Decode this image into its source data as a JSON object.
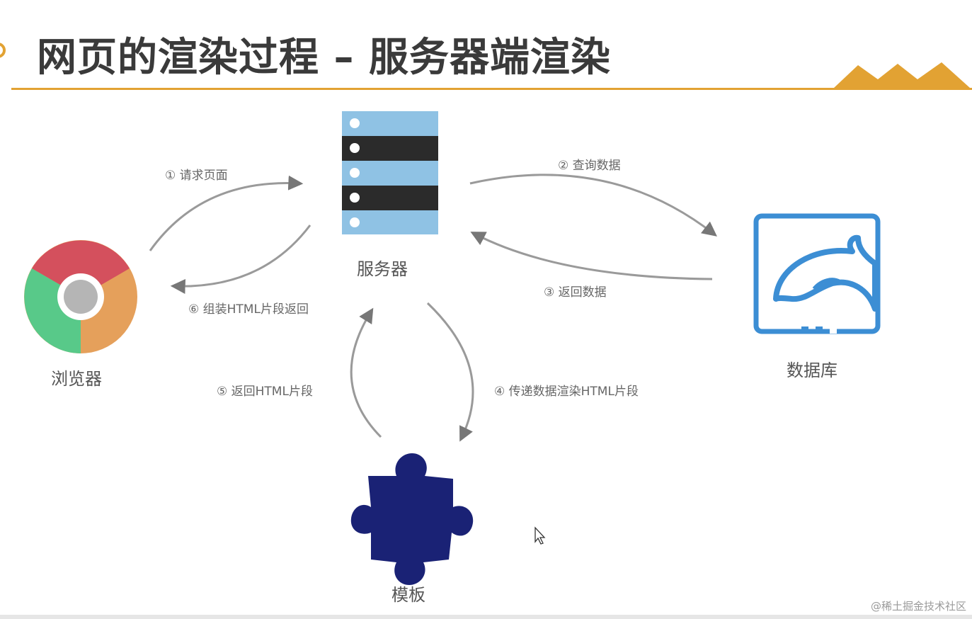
{
  "slide": {
    "title": "网页的渲染过程 – 服务器端渲染",
    "accent_color": "#e2a233"
  },
  "nodes": {
    "server": {
      "label": "服务器",
      "icon": "server-rack-icon"
    },
    "database": {
      "label": "数据库",
      "icon": "mysql-dolphin-icon"
    },
    "browser": {
      "label": "浏览器",
      "icon": "chrome-browser-icon"
    },
    "template": {
      "label": "模板",
      "icon": "puzzle-piece-icon"
    }
  },
  "edges": [
    {
      "step": "① 请求页面"
    },
    {
      "step": "② 查询数据"
    },
    {
      "step": "③ 返回数据"
    },
    {
      "step": "④ 传递数据渲染HTML片段"
    },
    {
      "step": "⑤ 返回HTML片段"
    },
    {
      "step": "⑥ 组装HTML片段返回"
    }
  ],
  "watermark": "@稀土掘金技术社区"
}
